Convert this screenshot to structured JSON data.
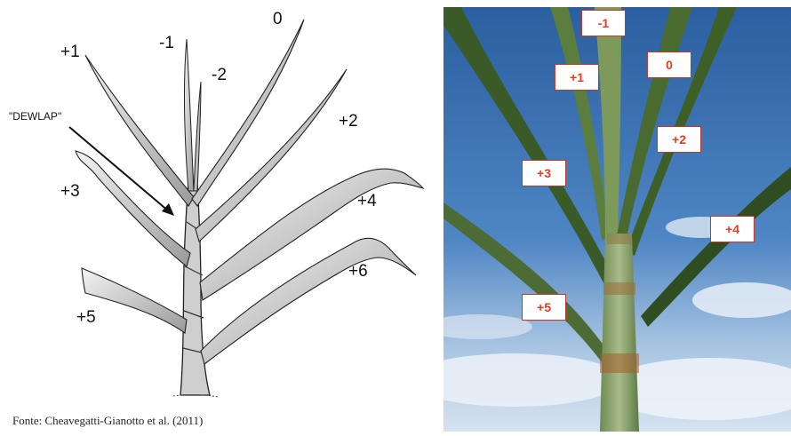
{
  "drawing": {
    "labels": {
      "l_p1": "+1",
      "l_m1": "-1",
      "l_0": "0",
      "l_m2": "-2",
      "l_p2": "+2",
      "l_p3": "+3",
      "l_p4": "+4",
      "l_p5": "+5",
      "l_p6": "+6"
    },
    "dewlap": "\"DEWLAP\""
  },
  "source": "Fonte: Cheavegatti-Gianotto  et al. (2011)",
  "photo": {
    "labels": {
      "b_m1": "-1",
      "b_p1": "+1",
      "b_0": "0",
      "b_p2": "+2",
      "b_p3": "+3",
      "b_p4": "+4",
      "b_p5": "+5"
    },
    "colors": {
      "label_text": "#e53d1f",
      "label_border": "#c0392b",
      "sky_top": "#2a5fa0",
      "sky_bottom": "#d6e3f0",
      "leaf": "#3f5f2c"
    }
  }
}
